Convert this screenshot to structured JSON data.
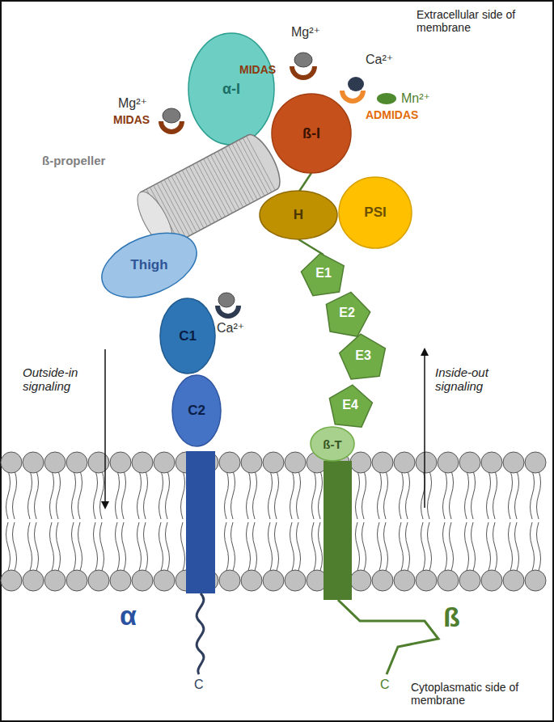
{
  "diagram": {
    "nodes": [
      {
        "text": [
          "ß-I"
        ]
      },
      {
        "text": [
          "α-I"
        ]
      },
      {
        "text": [
          "ß-propeller"
        ]
      },
      {
        "text": [
          "H"
        ]
      },
      {
        "text": [
          "PSI"
        ]
      },
      {
        "text": [
          "Thigh"
        ]
      },
      {
        "text": [
          "C1"
        ]
      },
      {
        "text": [
          "E1"
        ]
      },
      {
        "text": [
          "E2"
        ]
      },
      {
        "text": [
          "E3"
        ]
      },
      {
        "text": [
          "C2"
        ]
      },
      {
        "text": [
          "E4"
        ]
      },
      {
        "text": [
          "ß-T"
        ]
      }
    ],
    "edges": [
      {
        "from": 0,
        "to": 3,
        "arrow": "none"
      },
      {
        "from": 3,
        "to": 7,
        "arrow": "none"
      }
    ],
    "labels": [
      "Extracellular side of membrane",
      "Mg²⁺",
      "MIDAS",
      "Mg²⁺",
      "MIDAS",
      "Ca²⁺",
      "Mn²⁺",
      "ADMIDAS",
      "Ca²⁺",
      "Outside-in signaling",
      "Inside-out signaling",
      "α",
      "ß",
      "C",
      "C",
      "Cytoplasmatic side of membrane"
    ]
  }
}
